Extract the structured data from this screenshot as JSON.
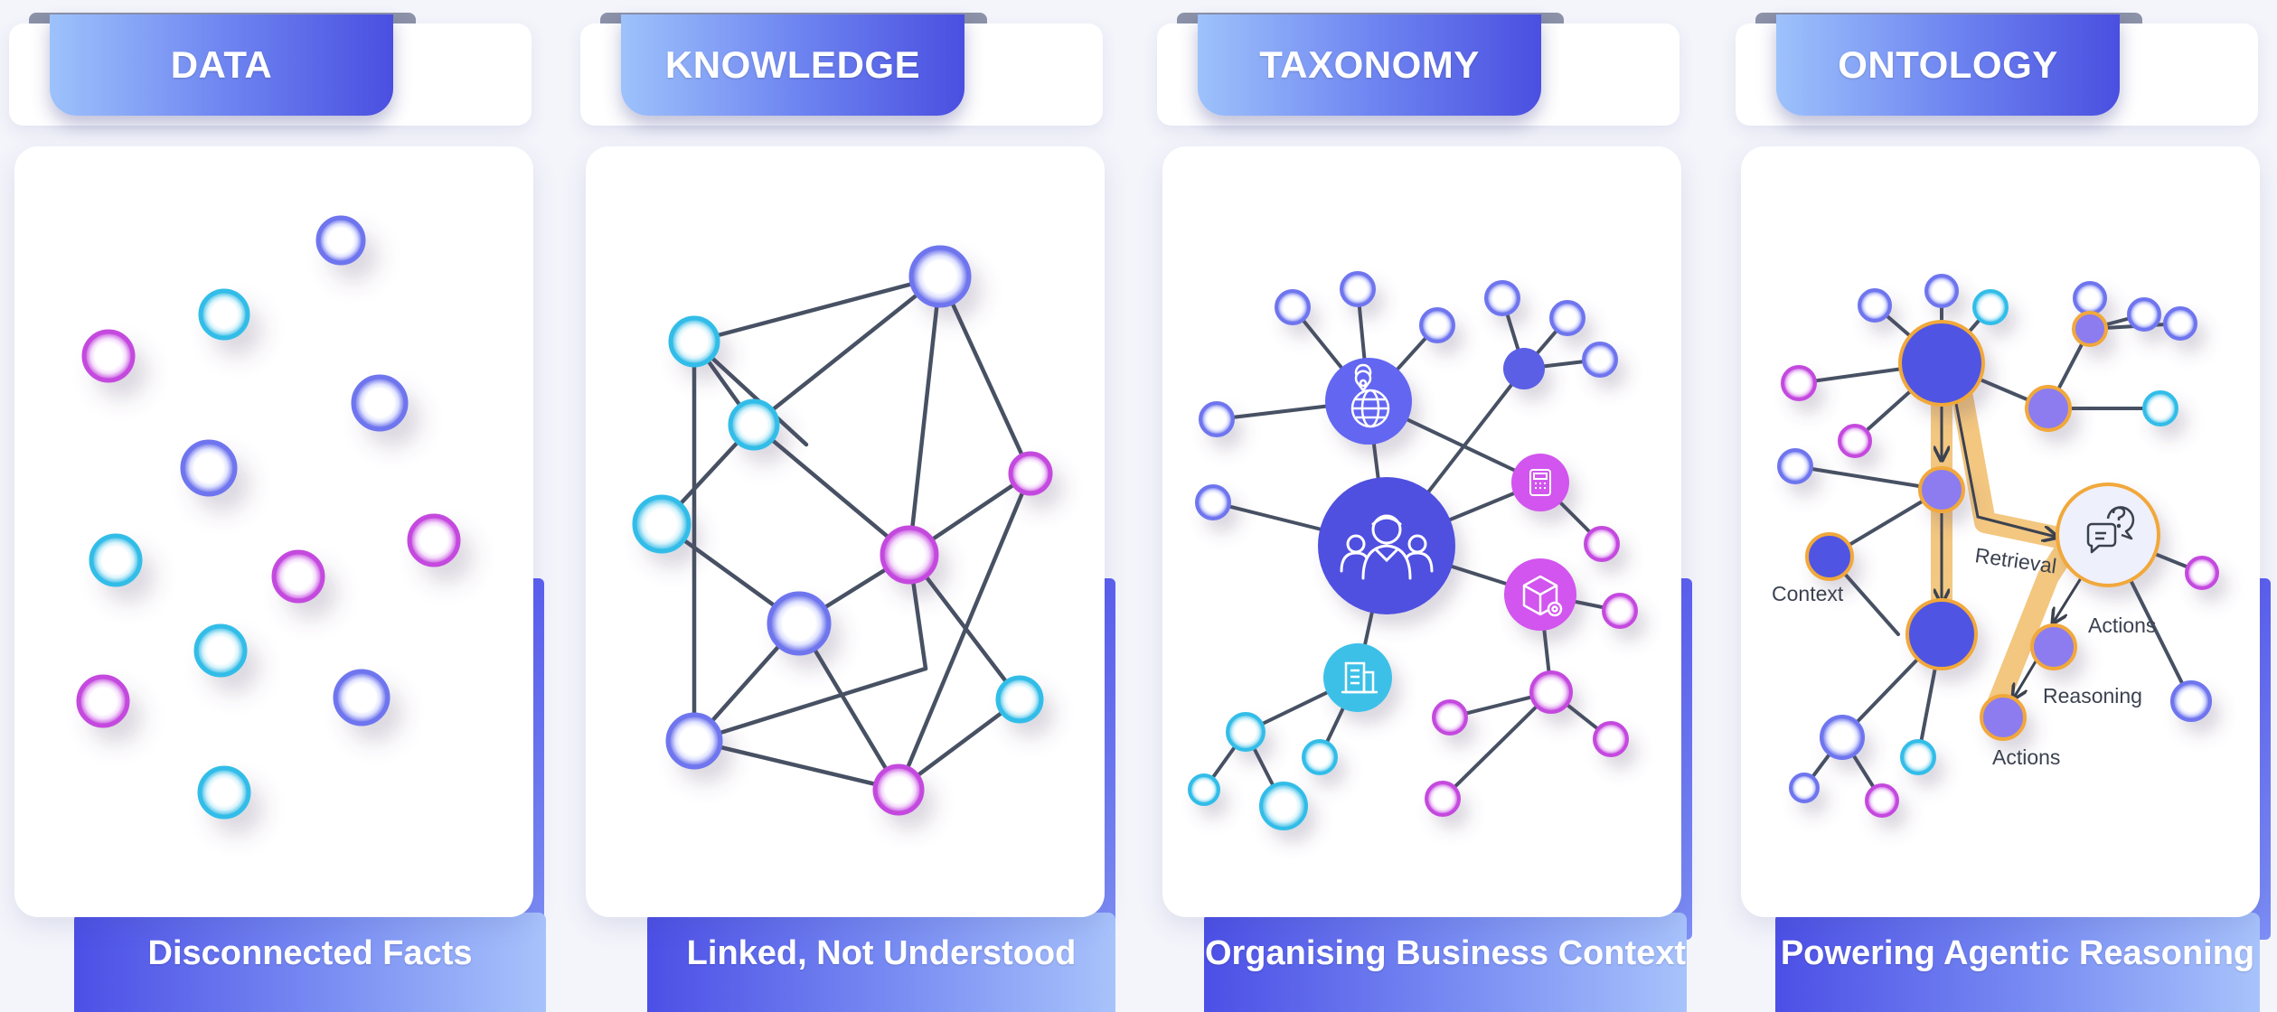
{
  "panels": [
    {
      "title": "DATA",
      "caption": "Disconnected Facts"
    },
    {
      "title": "KNOWLEDGE",
      "caption": "Linked, Not Understood"
    },
    {
      "title": "TAXONOMY",
      "caption": "Organising Business Context"
    },
    {
      "title": "ONTOLOGY",
      "caption": "Powering Agentic Reasoning"
    }
  ],
  "ontology_labels": {
    "context": "Context",
    "retrieval": "Retrieval",
    "actions_upper": "Actions",
    "reasoning": "Reasoning",
    "actions_lower": "Actions"
  },
  "icons": [
    "globe-icon",
    "people-icon",
    "calculator-icon",
    "package-icon",
    "building-icon",
    "chat-question-icon"
  ],
  "colors": {
    "blue_node": "#5a5fe6",
    "cyan_node": "#3cbde6",
    "magenta_node": "#c94fe0",
    "violet_node": "#8b7cf0",
    "edge": "#475163",
    "highlight": "#f1be6b",
    "accent": "#4a4fe0"
  }
}
